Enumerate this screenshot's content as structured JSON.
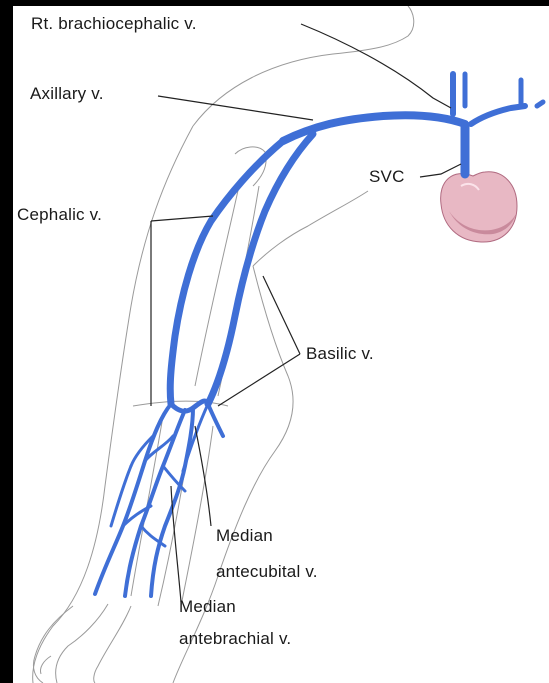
{
  "colors": {
    "vein": "#3f6fd6",
    "vein_dark": "#2b57c0",
    "outline": "#9a9a9a",
    "leader": "#222222",
    "heart_fill": "#e8b8c4",
    "heart_shade": "#c98a9c",
    "background": "#ffffff",
    "border": "#000000"
  },
  "labels": {
    "rt_brachiocephalic": "Rt. brachiocephalic v.",
    "axillary": "Axillary v.",
    "svc": "SVC",
    "cephalic": "Cephalic v.",
    "basilic": "Basilic v.",
    "median_antecubital_1": "Median",
    "median_antecubital_2": "antecubital v.",
    "median_antebrachial_1": "Median",
    "median_antebrachial_2": "antebrachial v."
  },
  "icons": {
    "heart": "heart-illustration",
    "arm": "arm-outline-illustration"
  }
}
